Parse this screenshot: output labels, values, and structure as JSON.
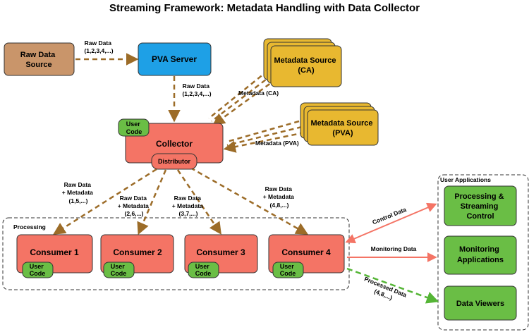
{
  "title": "Streaming Framework: Metadata Handling with Data Collector",
  "colors": {
    "raw_source": "#c9956a",
    "pva_server": "#1ea0e6",
    "metadata_source": "#e8b830",
    "collector": "#f47465",
    "consumer": "#f47465",
    "user_code": "#6abe45",
    "app_box": "#6abe45",
    "brown_arrow": "#9c6c28",
    "red_arrow": "#f47465",
    "green_arrow": "#55b536"
  },
  "nodes": {
    "raw_source": [
      "Raw Data",
      "Source"
    ],
    "pva_server": "PVA Server",
    "meta_ca": [
      "Metadata Source",
      "(CA)"
    ],
    "meta_pva": [
      "Metadata Source",
      "(PVA)"
    ],
    "collector": "Collector",
    "collector_user_code": [
      "User",
      "Code"
    ],
    "distributor": "Distributor",
    "consumers": [
      "Consumer 1",
      "Consumer 2",
      "Consumer 3",
      "Consumer 4"
    ],
    "consumer_user_code": [
      "User",
      "Code"
    ],
    "apps": [
      [
        "Processing &",
        "Streaming",
        "Control"
      ],
      [
        "Monitoring",
        "Applications"
      ],
      [
        "Data Viewers"
      ]
    ]
  },
  "groups": {
    "processing": "Processing",
    "user_applications": "User Applications"
  },
  "edges": {
    "raw_to_pva": [
      "Raw Data",
      "(1,2,3,4,...)"
    ],
    "pva_to_collector": [
      "Raw Data",
      "(1,2,3,4,...)"
    ],
    "meta_ca": "Metadata (CA)",
    "meta_pva": "Metadata (PVA)",
    "to_consumer_1": [
      "Raw Data",
      "+ Metadata",
      "(1,5,...)"
    ],
    "to_consumer_2": [
      "Raw Data",
      "+ Metadata",
      "(2,6,...)"
    ],
    "to_consumer_3": [
      "Raw Data",
      "+ Metadata",
      "(3,7,...)"
    ],
    "to_consumer_4": [
      "Raw Data",
      "+ Metadata",
      "(4,8,...)"
    ],
    "control": "Control Data",
    "monitoring": "Monitoring Data",
    "processed": [
      "Processed Data",
      "(4,8,...)"
    ]
  }
}
